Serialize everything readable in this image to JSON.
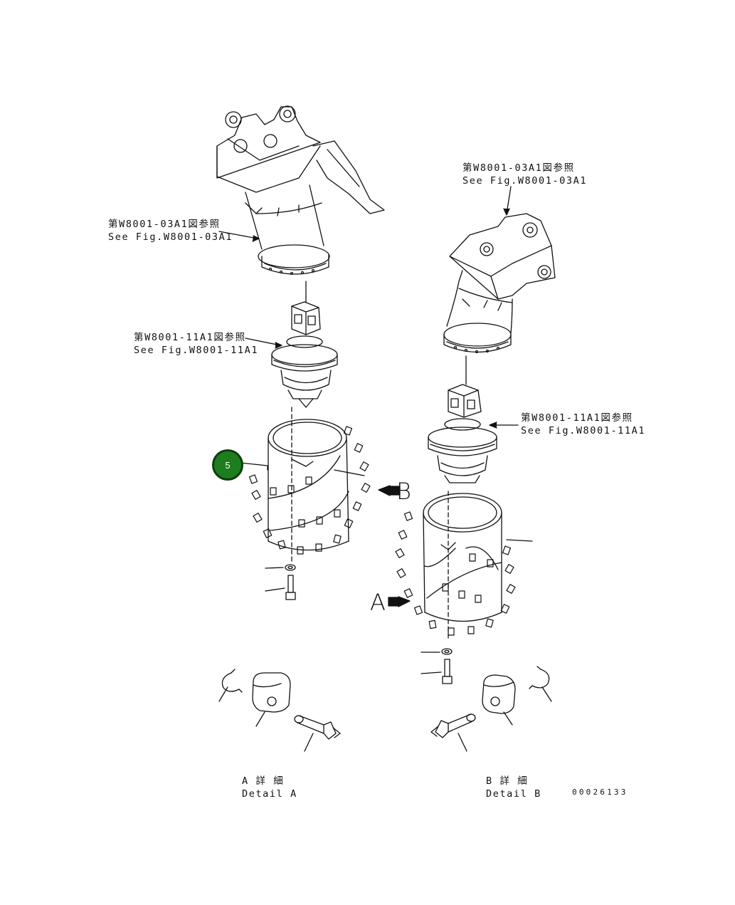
{
  "references": {
    "arm_left": {
      "jp": "第W8001-03A1図参照",
      "en": "See Fig.W8001-03A1"
    },
    "arm_right": {
      "jp": "第W8001-03A1図参照",
      "en": "See Fig.W8001-03A1"
    },
    "motor_left": {
      "jp": "第W8001-11A1図参照",
      "en": "See Fig.W8001-11A1"
    },
    "motor_right": {
      "jp": "第W8001-11A1図参照",
      "en": "See Fig.W8001-11A1"
    }
  },
  "views": {
    "arrow_a": "A",
    "arrow_b": "B"
  },
  "details": {
    "a": {
      "jp": "A 詳 細",
      "en": "Detail A"
    },
    "b": {
      "jp": "B 詳 細",
      "en": "Detail B"
    }
  },
  "callout": {
    "number": "5",
    "color": "#1e7d1e"
  },
  "drawing_code": "00026133"
}
